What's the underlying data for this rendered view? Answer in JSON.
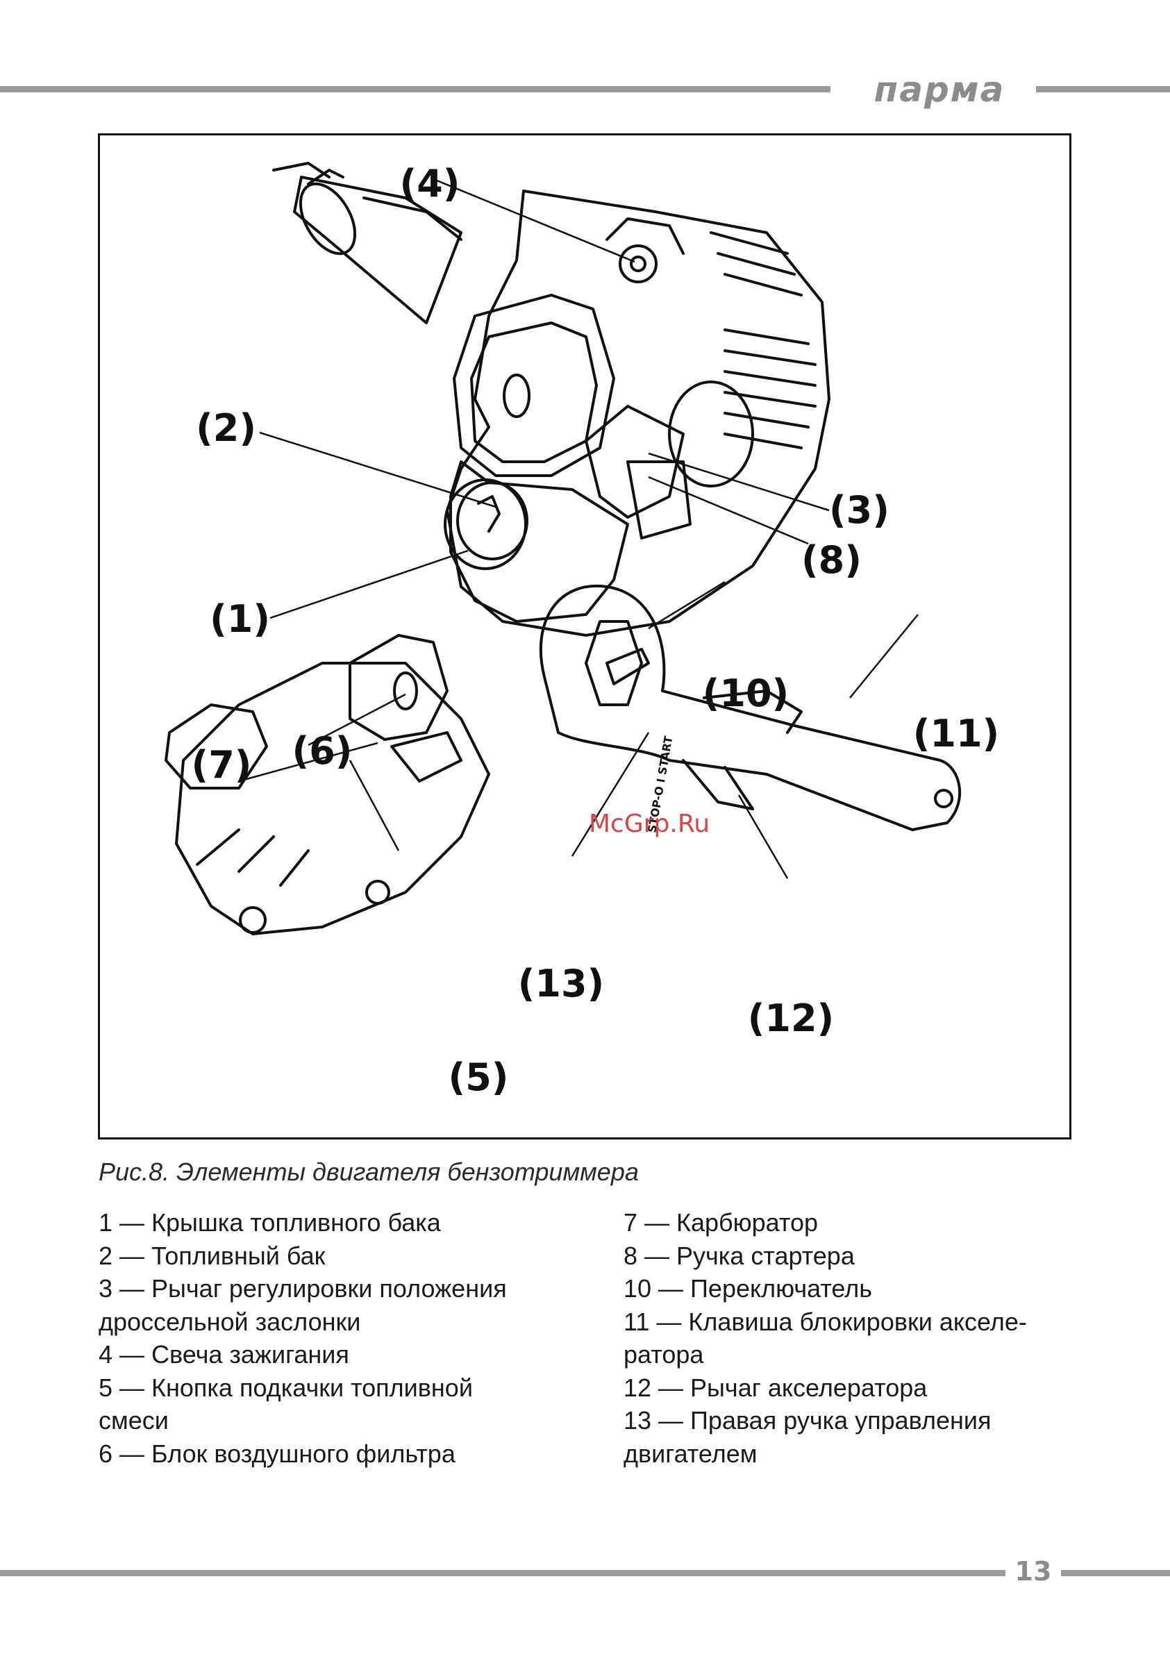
{
  "header": {
    "brand": "парма"
  },
  "footer": {
    "page_number": "13"
  },
  "figure": {
    "callouts": [
      "(1)",
      "(2)",
      "(3)",
      "(4)",
      "(5)",
      "(6)",
      "(7)",
      "(8)",
      "(10)",
      "(11)",
      "(12)",
      "(13)"
    ],
    "handle_switch_text": "STOP-O I START",
    "watermark": "McGrp.Ru"
  },
  "caption": "Рис.8. Элементы двигателя бензотриммера",
  "legend": {
    "left": [
      "1 — Крышка топливного бака",
      "2 — Топливный бак",
      "3 — Рычаг регулировки положения",
      "дроссельной заслонки",
      "4 — Свеча зажигания",
      "5 — Кнопка подкачки топливной",
      "смеси",
      "6 — Блок воздушного фильтра"
    ],
    "right": [
      "7 — Карбюратор",
      "8 — Ручка стартера",
      "10 — Переключатель",
      "11 — Клавиша блокировки акселе-",
      "ратора",
      "12 — Рычаг акселератора",
      "13 — Правая ручка управления",
      "двигателем"
    ]
  }
}
